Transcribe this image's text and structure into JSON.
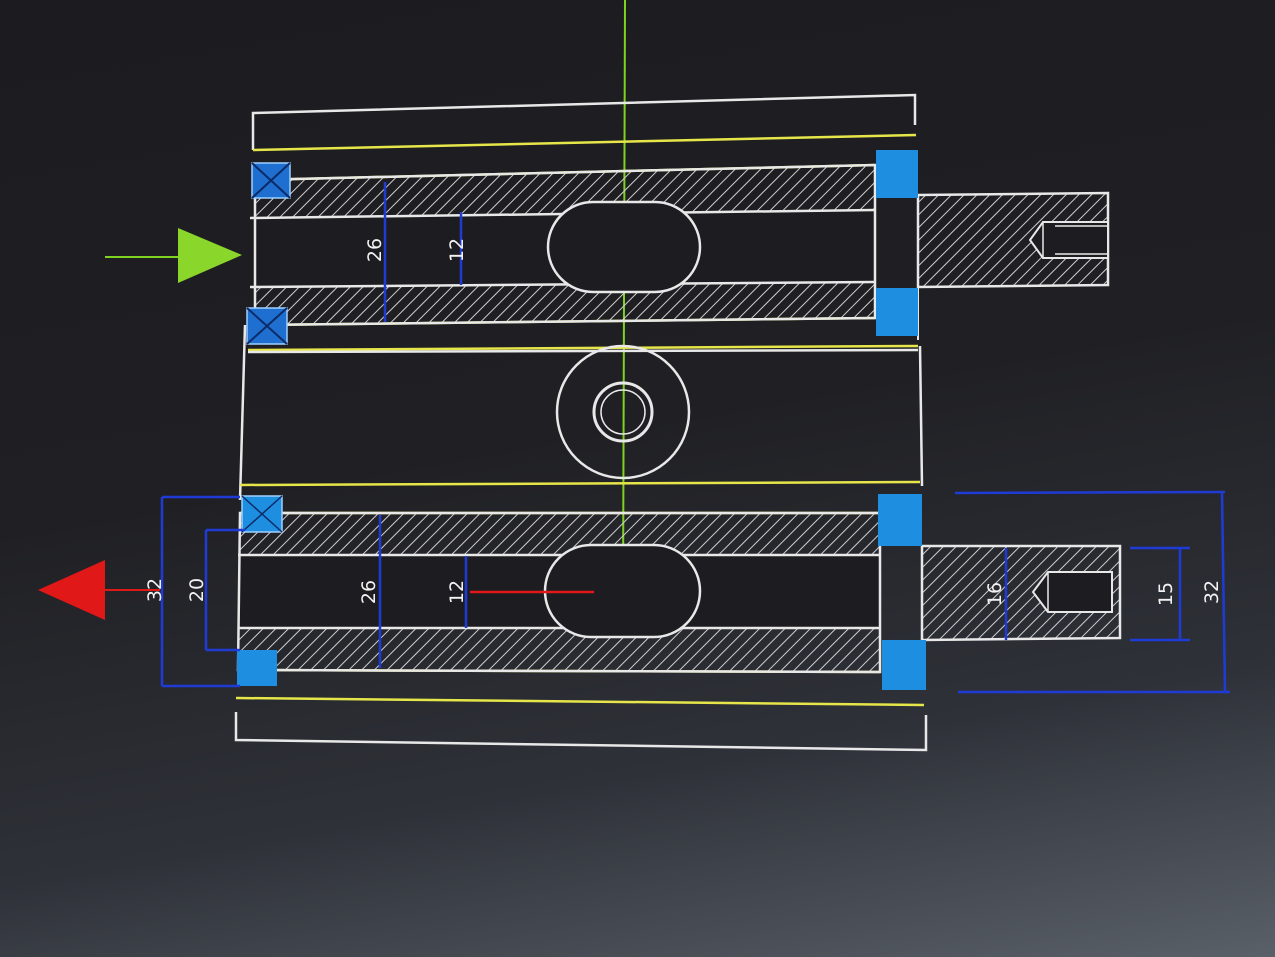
{
  "colors": {
    "outline": "#e8e8e8",
    "construction": "#e6e64a",
    "dimension": "#1f3bd6",
    "handle": "#1e8fe0",
    "axis_x": "#e01818",
    "axis_y": "#7ed321",
    "hatch": "#cfcfcf"
  },
  "dimensions": {
    "upper_slot_width": "26",
    "upper_slot_inner": "12",
    "lower_overall": "32",
    "lower_inner": "20",
    "lower_slot_width": "26",
    "lower_slot_inner": "12",
    "stem_diameter": "16",
    "stem_hole": "15",
    "stem_overall": "32"
  },
  "icons": {
    "y_axis_arrow": "green-triangle-arrow-icon",
    "x_axis_arrow": "red-triangle-arrow-icon"
  }
}
